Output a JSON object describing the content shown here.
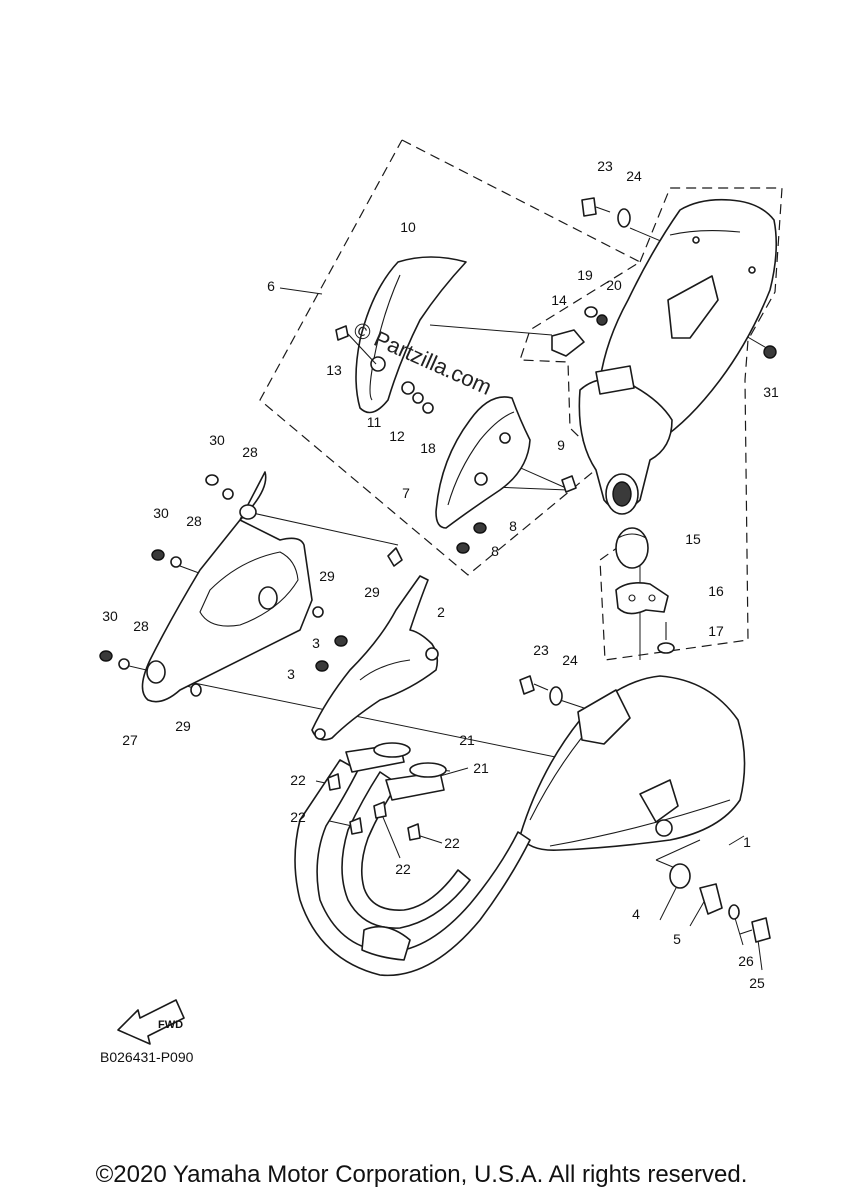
{
  "diagram_code": "B026431-P090",
  "watermark": "© Partzilla.com",
  "fwd_label": "FWD",
  "copyright": "©2020 Yamaha Motor Corporation, U.S.A. All rights reserved.",
  "callouts": [
    {
      "id": "c1",
      "text": "1"
    },
    {
      "id": "c2",
      "text": "2"
    },
    {
      "id": "c3a",
      "text": "3"
    },
    {
      "id": "c3b",
      "text": "3"
    },
    {
      "id": "c4",
      "text": "4"
    },
    {
      "id": "c5",
      "text": "5"
    },
    {
      "id": "c6",
      "text": "6"
    },
    {
      "id": "c7",
      "text": "7"
    },
    {
      "id": "c8a",
      "text": "8"
    },
    {
      "id": "c8b",
      "text": "8"
    },
    {
      "id": "c9",
      "text": "9"
    },
    {
      "id": "c10",
      "text": "10"
    },
    {
      "id": "c11",
      "text": "11"
    },
    {
      "id": "c12",
      "text": "12"
    },
    {
      "id": "c13",
      "text": "13"
    },
    {
      "id": "c14",
      "text": "14"
    },
    {
      "id": "c15",
      "text": "15"
    },
    {
      "id": "c16",
      "text": "16"
    },
    {
      "id": "c17",
      "text": "17"
    },
    {
      "id": "c18",
      "text": "18"
    },
    {
      "id": "c19",
      "text": "19"
    },
    {
      "id": "c20",
      "text": "20"
    },
    {
      "id": "c21a",
      "text": "21"
    },
    {
      "id": "c21b",
      "text": "21"
    },
    {
      "id": "c22a",
      "text": "22"
    },
    {
      "id": "c22b",
      "text": "22"
    },
    {
      "id": "c22c",
      "text": "22"
    },
    {
      "id": "c22d",
      "text": "22"
    },
    {
      "id": "c23a",
      "text": "23"
    },
    {
      "id": "c23b",
      "text": "23"
    },
    {
      "id": "c24a",
      "text": "24"
    },
    {
      "id": "c24b",
      "text": "24"
    },
    {
      "id": "c25",
      "text": "25"
    },
    {
      "id": "c26",
      "text": "26"
    },
    {
      "id": "c27",
      "text": "27"
    },
    {
      "id": "c28a",
      "text": "28"
    },
    {
      "id": "c28b",
      "text": "28"
    },
    {
      "id": "c28c",
      "text": "28"
    },
    {
      "id": "c29a",
      "text": "29"
    },
    {
      "id": "c29b",
      "text": "29"
    },
    {
      "id": "c29c",
      "text": "29"
    },
    {
      "id": "c30a",
      "text": "30"
    },
    {
      "id": "c30b",
      "text": "30"
    },
    {
      "id": "c30c",
      "text": "30"
    },
    {
      "id": "c31",
      "text": "31"
    }
  ]
}
